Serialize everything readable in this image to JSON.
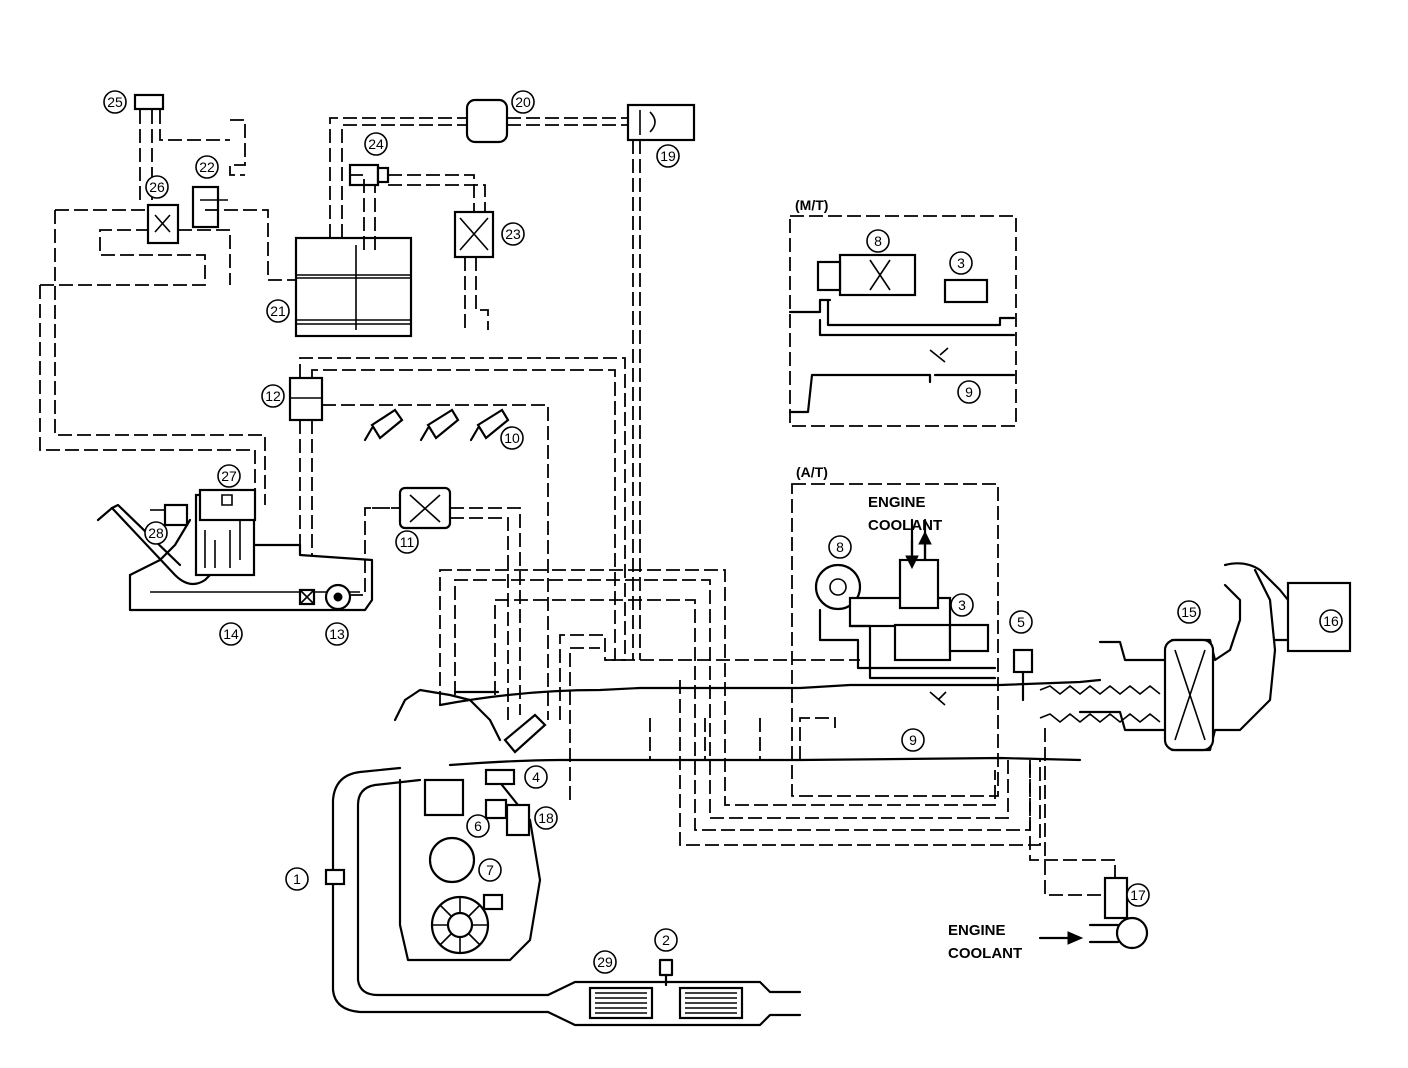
{
  "callouts": {
    "c1": "1",
    "c2": "2",
    "c3mt": "3",
    "c3at": "3",
    "c4": "4",
    "c5": "5",
    "c6": "6",
    "c7": "7",
    "c8mt": "8",
    "c8at": "8",
    "c9mt": "9",
    "c9at": "9",
    "c10": "10",
    "c11": "11",
    "c12": "12",
    "c13": "13",
    "c14": "14",
    "c15": "15",
    "c16": "16",
    "c17": "17",
    "c18": "18",
    "c19": "19",
    "c20": "20",
    "c21": "21",
    "c22": "22",
    "c23": "23",
    "c24": "24",
    "c25": "25",
    "c26": "26",
    "c27": "27",
    "c28": "28",
    "c29": "29"
  },
  "boxes": {
    "mt_title": "(M/T)",
    "at_title": "(A/T)"
  },
  "labels": {
    "coolant_top_1": "ENGINE",
    "coolant_top_2": "COOLANT",
    "coolant_bottom_1": "ENGINE",
    "coolant_bottom_2": "COOLANT"
  }
}
